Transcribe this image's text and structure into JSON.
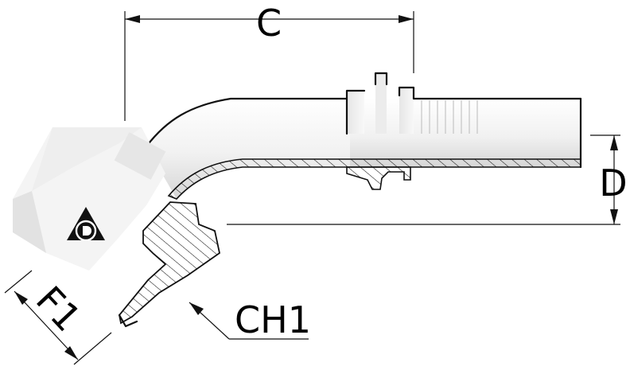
{
  "dimensions": {
    "c_label": "C",
    "d_label": "D",
    "f1_label": "F1",
    "ch1_label": "CH1"
  },
  "colors": {
    "line": "#111111",
    "body_light": "#f4f4f4",
    "body_mid": "#dcdcdc",
    "section": "#f0f0f0"
  },
  "icons": {
    "logo": "dunlop-flying-d-logo"
  }
}
